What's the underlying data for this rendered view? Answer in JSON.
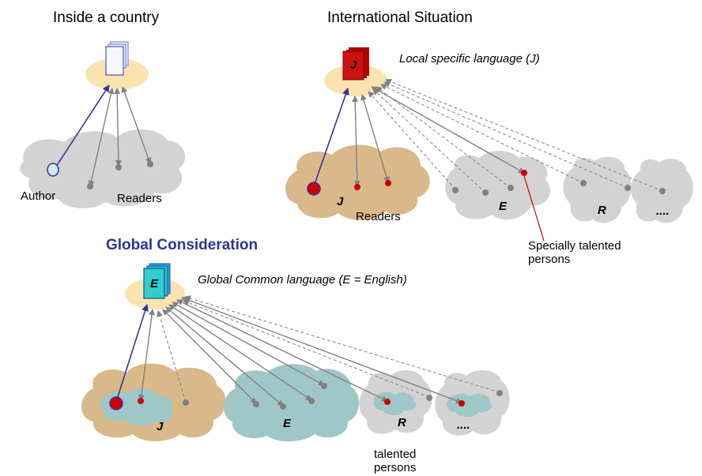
{
  "panel_country": {
    "title": "Inside a country",
    "author_label": "Author",
    "readers_label": "Readers"
  },
  "panel_international": {
    "title": "International Situation",
    "doc_letter": "J",
    "language_note": "Local specific language (J)",
    "readers_label": "Readers",
    "talented_label_line1": "Specially talented",
    "talented_label_line2": "persons",
    "clouds": [
      "J",
      "E",
      "R",
      "...."
    ]
  },
  "panel_global": {
    "title": "Global Consideration",
    "doc_letter": "E",
    "language_note": "Global Common language (E = English)",
    "talented_label_line1": "talented",
    "talented_label_line2": "persons",
    "clouds": [
      "J",
      "E",
      "R",
      "...."
    ]
  },
  "colors": {
    "ellipse_fill": "#fbe3b0",
    "cloud_gray": "#d3d3d3",
    "cloud_tan": "#d9b98a",
    "cloud_teal": "#9fc7c7",
    "red_dot": "#cc0000",
    "gray_dot": "#808080",
    "author_arrow": "#333399",
    "heading": "#333399",
    "doc_red": "#cc1111",
    "doc_teal": "#33cccc"
  }
}
